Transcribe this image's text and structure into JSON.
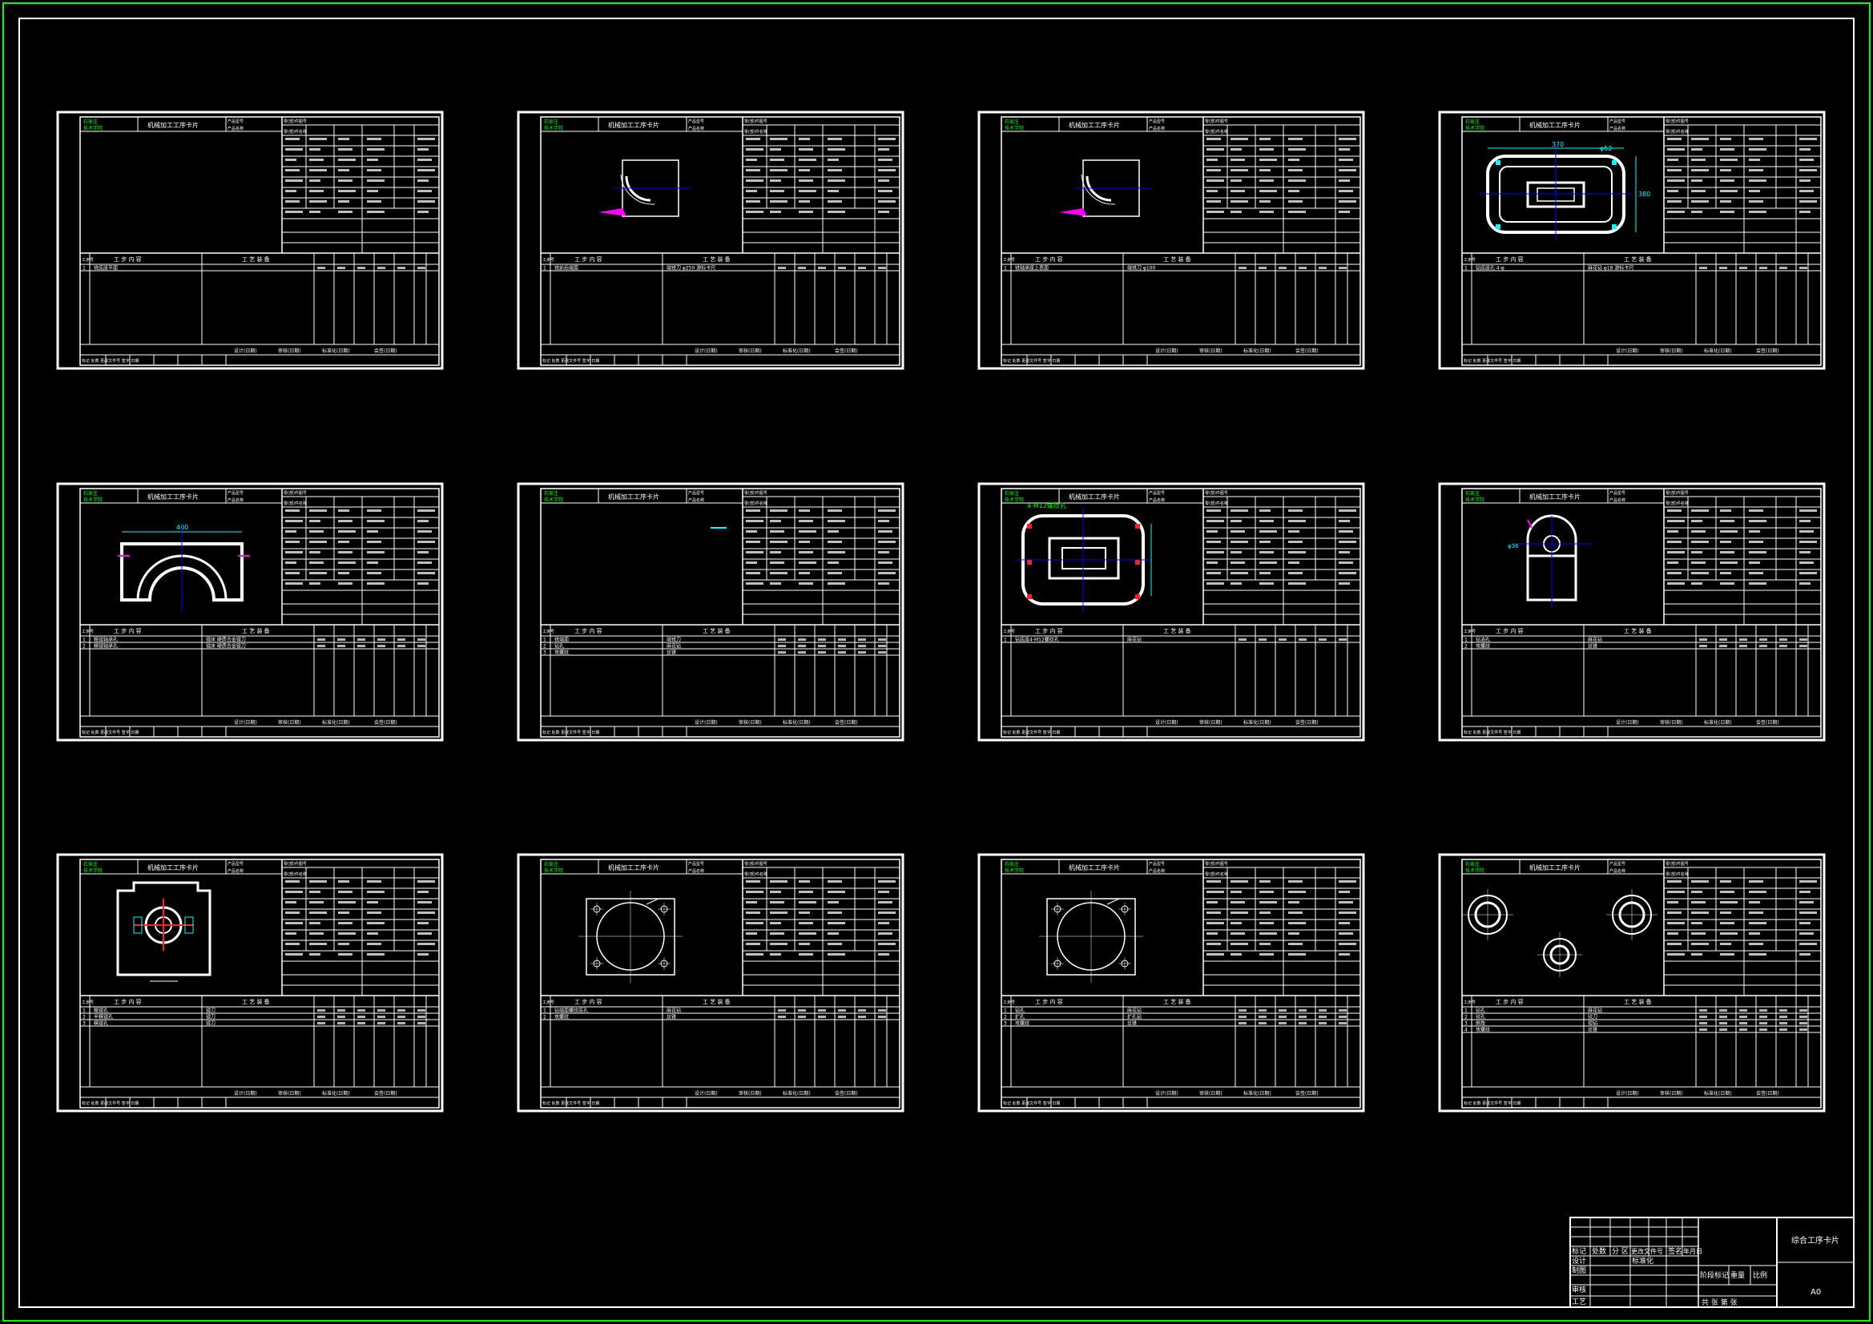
{
  "drawing": {
    "frame_color": "#00ff00",
    "line_color": "#ffffff",
    "dim_color": "#00ffff",
    "center_color": "#0000ff",
    "magenta": "#ff00ff",
    "red": "#ff2020",
    "green_text": "#00ff00"
  },
  "card_common": {
    "title": "机械加工工序卡片",
    "corner_line1": "石家庄",
    "corner_line2": "技术学院",
    "product_model_label": "产品型号",
    "product_name_label": "产品名称",
    "part_no_label": "零(部)件图号",
    "part_name_label": "零(部)件名称",
    "col_step_no": "工步号",
    "col_step_content": "工 步 内 容",
    "col_process_equipment": "工 艺 装 备",
    "sign_design": "设计(日期)",
    "sign_review": "审核(日期)",
    "sign_standard": "标准化(日期)",
    "sign_countersign": "会签(日期)",
    "rev_row": "标记 处数 更改文件号 签字 日期"
  },
  "cards": [
    {
      "id": 1,
      "steps": [
        {
          "no": "1",
          "content": "铣底座平面",
          "equipment": ""
        }
      ]
    },
    {
      "id": 2,
      "steps": [
        {
          "no": "1",
          "content": "铣前后端面",
          "equipment": "端铣刀 φ250  游标卡尺"
        }
      ]
    },
    {
      "id": 3,
      "steps": [
        {
          "no": "1",
          "content": "铣轴承座上表面",
          "equipment": "端铣刀 φ100"
        }
      ]
    },
    {
      "id": 4,
      "dims": [
        "370",
        "φ52",
        "380"
      ],
      "steps": [
        {
          "no": "1",
          "content": "钻底座孔 4-φ",
          "equipment": "麻花钻 φ18  游标卡尺"
        }
      ]
    },
    {
      "id": 5,
      "dims": [
        "400"
      ],
      "steps": [
        {
          "no": "1",
          "content": "粗镗轴承孔",
          "equipment": "镗床 硬质合金镗刀"
        },
        {
          "no": "2",
          "content": "精镗轴承孔",
          "equipment": "镗床 硬质合金镗刀"
        }
      ]
    },
    {
      "id": 6,
      "steps": [
        {
          "no": "1",
          "content": "铣端面",
          "equipment": "端铣刀"
        },
        {
          "no": "2",
          "content": "钻孔",
          "equipment": "麻花钻"
        },
        {
          "no": "3",
          "content": "攻螺纹",
          "equipment": "丝锥"
        }
      ]
    },
    {
      "id": 7,
      "note": "4-M12螺纹孔",
      "steps": [
        {
          "no": "1",
          "content": "钻底座4-M12螺纹孔",
          "equipment": "麻花钻"
        }
      ]
    },
    {
      "id": 8,
      "dims": [
        "φ36"
      ],
      "steps": [
        {
          "no": "1",
          "content": "钻油孔",
          "equipment": "麻花钻"
        },
        {
          "no": "2",
          "content": "攻螺纹",
          "equipment": "丝锥"
        }
      ]
    },
    {
      "id": 9,
      "steps": [
        {
          "no": "1",
          "content": "粗镗孔",
          "equipment": "镗刀"
        },
        {
          "no": "2",
          "content": "半精镗孔",
          "equipment": "镗刀"
        },
        {
          "no": "3",
          "content": "精镗孔",
          "equipment": "镗刀"
        }
      ]
    },
    {
      "id": 10,
      "steps": [
        {
          "no": "1",
          "content": "钻端面螺纹底孔",
          "equipment": "麻花钻"
        },
        {
          "no": "2",
          "content": "攻螺纹",
          "equipment": "丝锥"
        }
      ]
    },
    {
      "id": 11,
      "steps": [
        {
          "no": "1",
          "content": "钻孔",
          "equipment": "麻花钻"
        },
        {
          "no": "2",
          "content": "扩孔",
          "equipment": "扩孔钻"
        },
        {
          "no": "3",
          "content": "攻螺纹",
          "equipment": "丝锥"
        }
      ]
    },
    {
      "id": 12,
      "steps": [
        {
          "no": "1",
          "content": "钻孔",
          "equipment": "麻花钻"
        },
        {
          "no": "2",
          "content": "铰孔",
          "equipment": "铰刀"
        },
        {
          "no": "3",
          "content": "倒角",
          "equipment": "锪钻"
        },
        {
          "no": "4",
          "content": "攻螺纹",
          "equipment": "丝锥"
        }
      ]
    }
  ],
  "title_block": {
    "drawing_name": "综合工序卡片",
    "sheet_size": "A0",
    "mark": "标记",
    "count": "处数",
    "zone": "分 区",
    "change_doc": "更改文件号",
    "sign": "签名",
    "date": "年月日",
    "design": "设计",
    "standardize": "标准化",
    "drawn": "制图",
    "check": "审核",
    "craft": "工艺",
    "stage_mark": "阶段标记",
    "weight": "重量",
    "scale": "比例",
    "total": "共 张 第 张"
  }
}
